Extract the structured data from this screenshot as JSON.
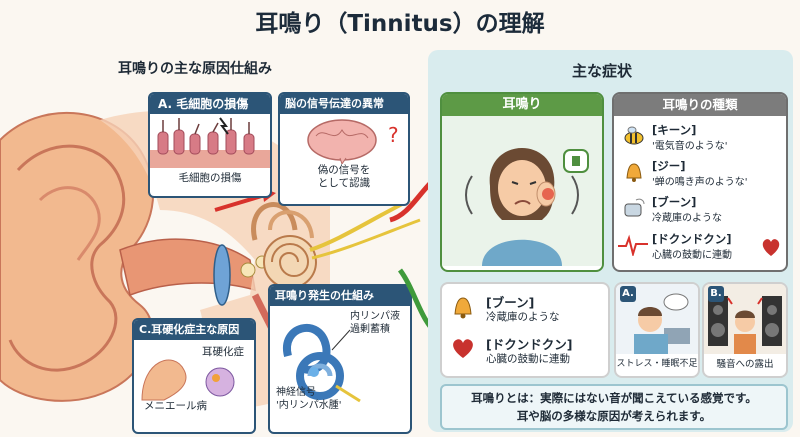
{
  "title": "耳鳴り（Tinnitus）の理解",
  "left_heading": "耳鳴りの主な原因仕組み",
  "cards": {
    "a": {
      "title": "A. 毛細胞の損傷",
      "label": "毛細胞の損傷"
    },
    "brain": {
      "title": "脳の信号伝達の異常",
      "label_1": "偽の信号を",
      "label_2": "として認識"
    },
    "c": {
      "title": "C.耳硬化症主な原因",
      "label_1": "耳硬化症",
      "label_2": "メニエール病"
    },
    "mech": {
      "title": "耳鳴り発生の仕組み",
      "label_1": "内リンパ液",
      "label_2": "過剰蓄積",
      "label_3": "神経信号",
      "label_4": "'内リンパ水腫'"
    }
  },
  "right_heading": "主な症状",
  "tinnitus_panel": {
    "title": "耳鳴り"
  },
  "types_panel": {
    "title": "耳鳴りの種類",
    "items": [
      {
        "name": "[キーン]",
        "desc": "'電気音のような'"
      },
      {
        "name": "[ジー]",
        "desc": "'蝉の鳴き声のような'"
      },
      {
        "name": "[ブーン]",
        "desc": "冷蔵庫のような"
      },
      {
        "name": "[ドクンドクン]",
        "desc": "心臓の鼓動に連動"
      }
    ]
  },
  "example_box": {
    "items": [
      {
        "name": "[ブーン]",
        "desc": "冷蔵庫のような"
      },
      {
        "name": "[ドクンドクン]",
        "desc": "心臓の鼓動に連動"
      }
    ]
  },
  "cause_a": {
    "tag": "A.",
    "label": "ストレス・睡眠不足"
  },
  "cause_b": {
    "tag": "B.",
    "label": "騒音への露出"
  },
  "summary": {
    "line1": "耳鳴りとは：実際にはない音が聞こえている感覚です。",
    "line2": "耳や脳の多様な原因が考えられます。"
  }
}
